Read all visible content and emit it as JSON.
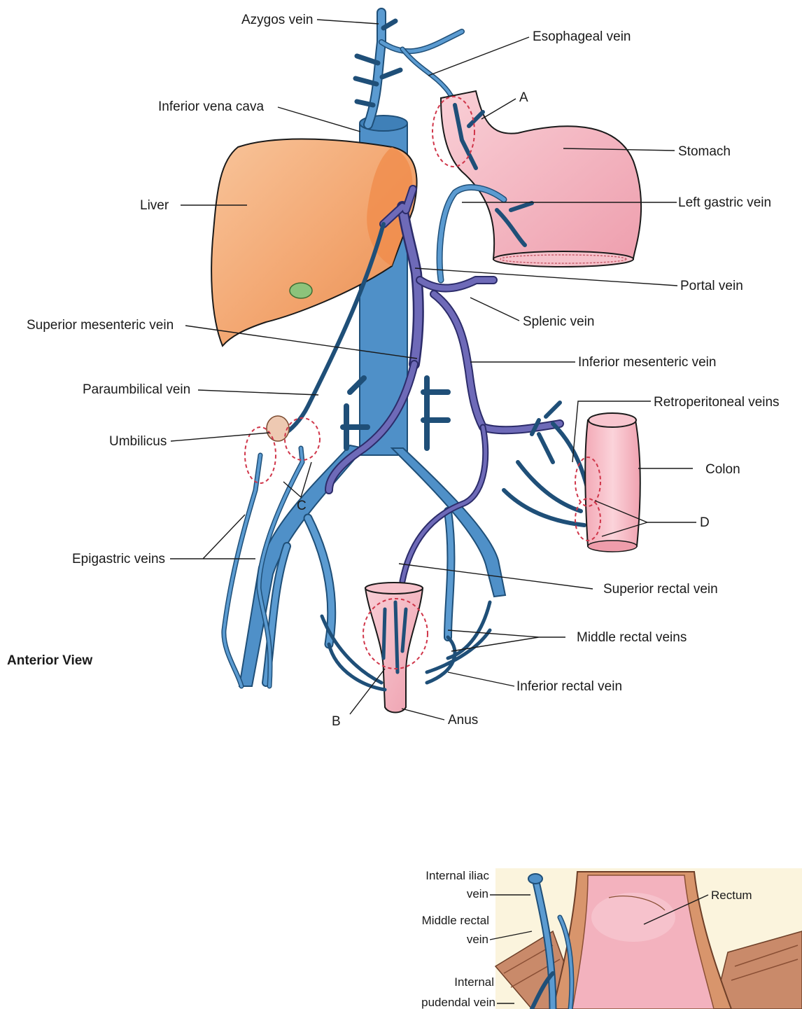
{
  "labels": {
    "azygos": "Azygos vein",
    "esophageal": "Esophageal vein",
    "ivc": "Inferior vena cava",
    "a": "A",
    "stomach": "Stomach",
    "left_gastric": "Left gastric vein",
    "liver": "Liver",
    "portal": "Portal vein",
    "splenic": "Splenic vein",
    "sup_mesenteric": "Superior mesenteric vein",
    "inf_mesenteric": "Inferior mesenteric vein",
    "paraumbilical": "Paraumbilical vein",
    "retroperitoneal": "Retroperitoneal veins",
    "umbilicus": "Umbilicus",
    "colon": "Colon",
    "c": "C",
    "d": "D",
    "epigastric": "Epigastric veins",
    "sup_rectal": "Superior rectal vein",
    "middle_rectal": "Middle rectal veins",
    "anterior_view": "Anterior View",
    "inf_rectal": "Inferior rectal vein",
    "b": "B",
    "anus": "Anus"
  },
  "inset": {
    "internal_iliac_1": "Internal iliac",
    "internal_iliac_2": "vein",
    "middle_rectal_1": "Middle rectal",
    "middle_rectal_2": "vein",
    "internal_pudendal_1": "Internal",
    "internal_pudendal_2": "pudendal vein",
    "rectum": "Rectum"
  },
  "colors": {
    "vein_blue": "#4f90c8",
    "portal_purple": "#6e6ab8",
    "liver": "#f3a36e",
    "stomach": "#f4b2be",
    "anastomosis_circle": "#d0364a"
  }
}
